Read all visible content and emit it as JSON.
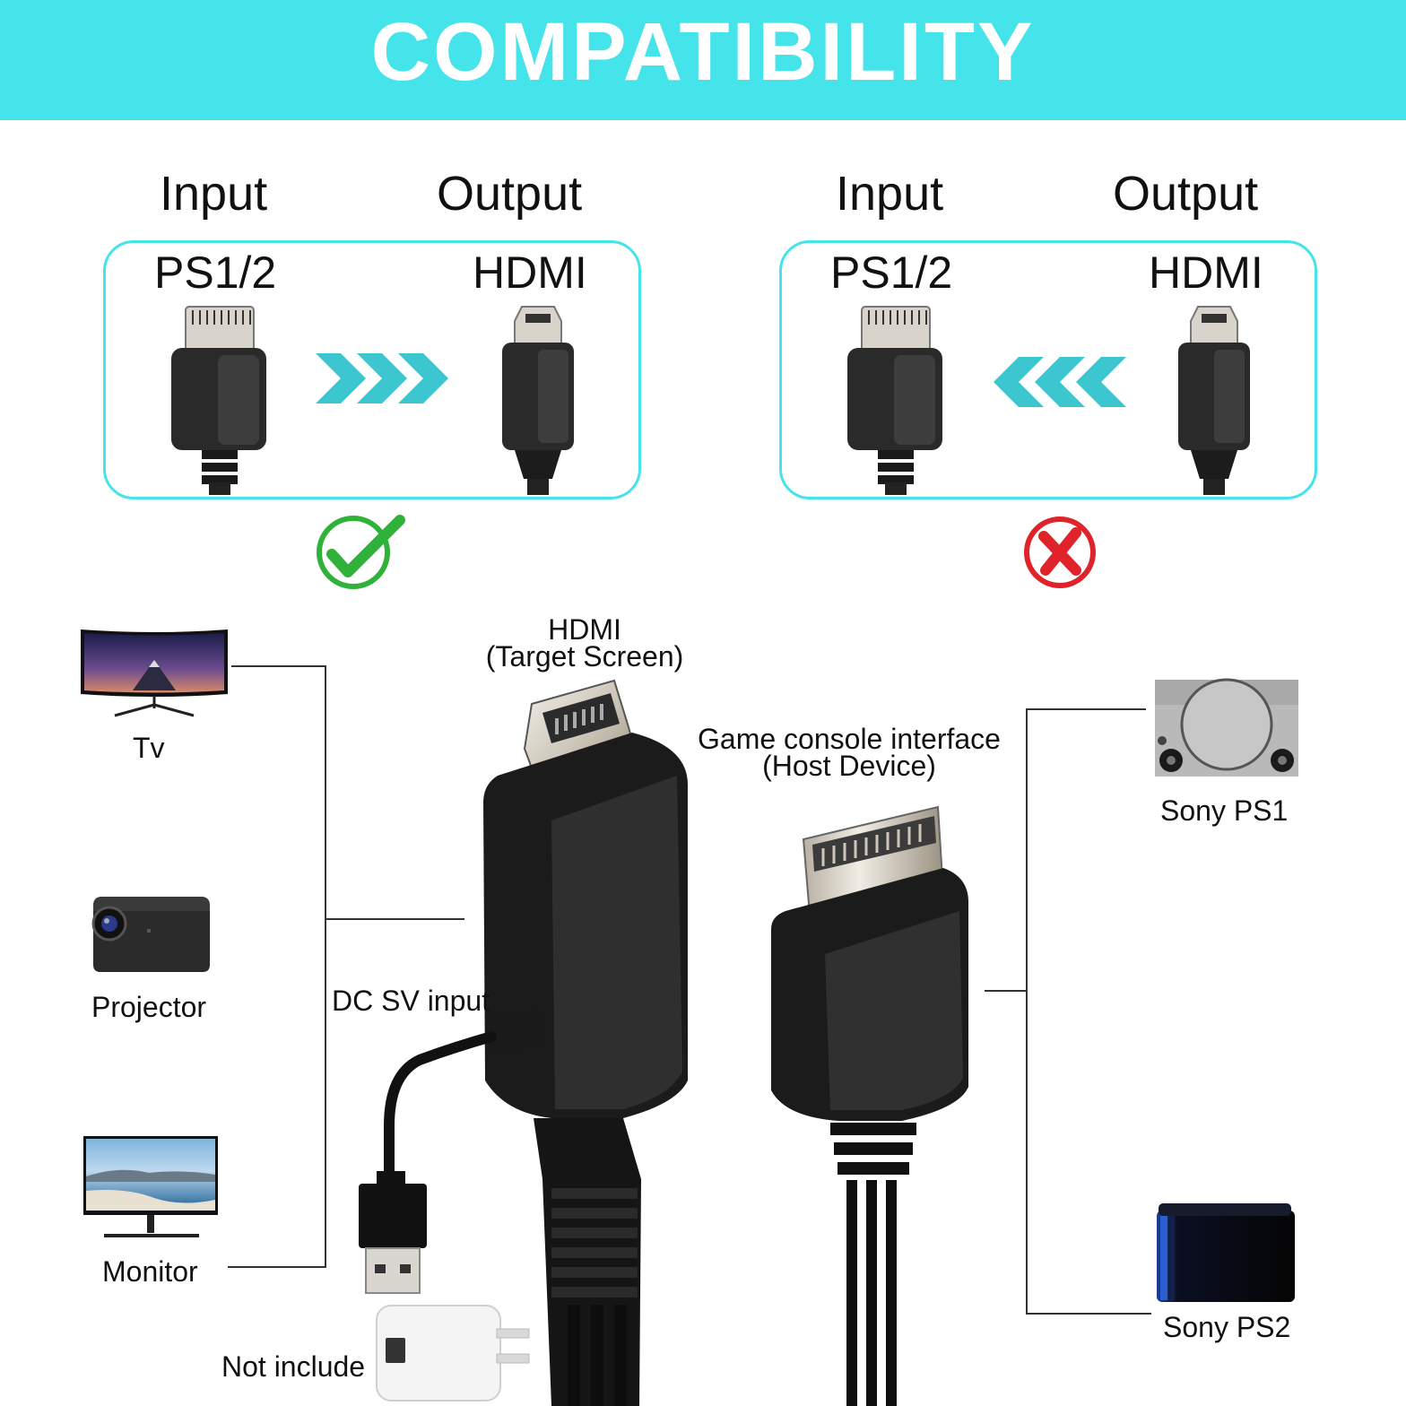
{
  "banner": {
    "title": "COMPATIBILITY",
    "color": "#45e3ea"
  },
  "compat": {
    "supported": {
      "input_label": "Input",
      "output_label": "Output",
      "input_port": "PS1/2",
      "output_port": "HDMI",
      "direction": "input-to-output",
      "status": "supported",
      "status_color": "#2fb13a"
    },
    "unsupported": {
      "input_label": "Input",
      "output_label": "Output",
      "input_port": "PS1/2",
      "output_port": "HDMI",
      "direction": "output-to-input",
      "status": "not-supported",
      "status_color": "#e0232b"
    }
  },
  "diagram": {
    "hdmi_end": [
      "HDMI",
      "(Target Screen)"
    ],
    "game_end": [
      "Game console interface",
      "(Host Device)"
    ],
    "dc_input": "DC SV input",
    "adapter_note": "Not include",
    "displays": [
      {
        "name": "Tv",
        "icon": "tv-icon"
      },
      {
        "name": "Projector",
        "icon": "projector-icon"
      },
      {
        "name": "Monitor",
        "icon": "monitor-icon"
      }
    ],
    "consoles": [
      {
        "name": "Sony PS1",
        "icon": "ps1-console-icon"
      },
      {
        "name": "Sony PS2",
        "icon": "ps2-console-icon"
      }
    ]
  }
}
